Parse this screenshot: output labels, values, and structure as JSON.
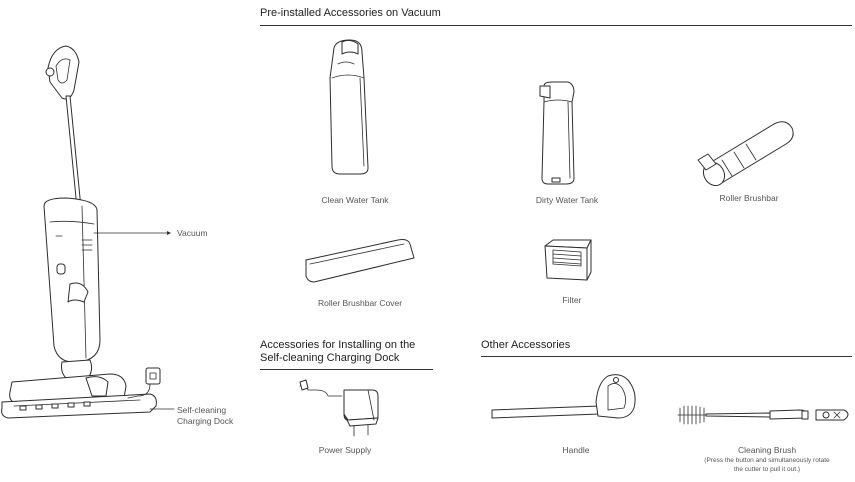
{
  "sections": {
    "preinstalled": "Pre-installed Accessories on Vacuum",
    "dock_line1": "Accessories for Installing on the",
    "dock_line2": "Self-cleaning Charging Dock",
    "other": "Other Accessories"
  },
  "callouts": {
    "vacuum": "Vacuum",
    "dock_line1": "Self-cleaning",
    "dock_line2": "Charging Dock"
  },
  "items": {
    "clean_water_tank": "Clean Water Tank",
    "dirty_water_tank": "Dirty Water Tank",
    "roller_brushbar": "Roller Brushbar",
    "roller_brushbar_cover": "Roller Brushbar Cover",
    "filter": "Filter",
    "power_supply": "Power Supply",
    "handle": "Handle",
    "cleaning_brush": "Cleaning Brush",
    "cleaning_brush_note_line1": "(Press the button and simultaneously rotate",
    "cleaning_brush_note_line2": "the cutter to pull it out.)"
  }
}
